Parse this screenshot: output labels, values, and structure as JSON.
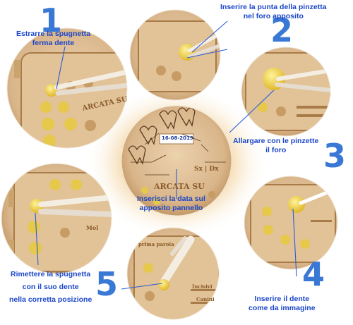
{
  "steps": [
    {
      "number": "1",
      "caption": [
        "Estrarre la spugnetta",
        "ferma dente"
      ]
    },
    {
      "number": "2",
      "caption": [
        "Inserire la punta della pinzetta",
        "nel foro apposito"
      ]
    },
    {
      "number": "3",
      "caption": [
        "Allargare con le pinzette",
        "il foro"
      ]
    },
    {
      "number": "4",
      "caption": [
        "Inserire il dente",
        "come da immagine"
      ]
    },
    {
      "number": "5",
      "caption": [
        "Rimettere la spugnetta",
        "con il suo dente",
        "nella corretta posizione"
      ]
    }
  ],
  "center": {
    "caption": [
      "Inserisci la data sul",
      "apposito pannello"
    ],
    "board_date": "16-08-2019",
    "board_title": "ARCATA SU",
    "board_sides": "Sx | Dx"
  },
  "board_labels": {
    "arcata": "ARCATA SU",
    "prima_parola": "prima parola",
    "incisivi": "Incisivi",
    "canini": "Canini",
    "molari": "Mol"
  },
  "colors": {
    "caption_blue": "#1a46c8",
    "number_blue": "#3a78d6",
    "wood": "#d9b58a",
    "wood_dark": "#b98a55",
    "sponge": "#f2d84a"
  }
}
